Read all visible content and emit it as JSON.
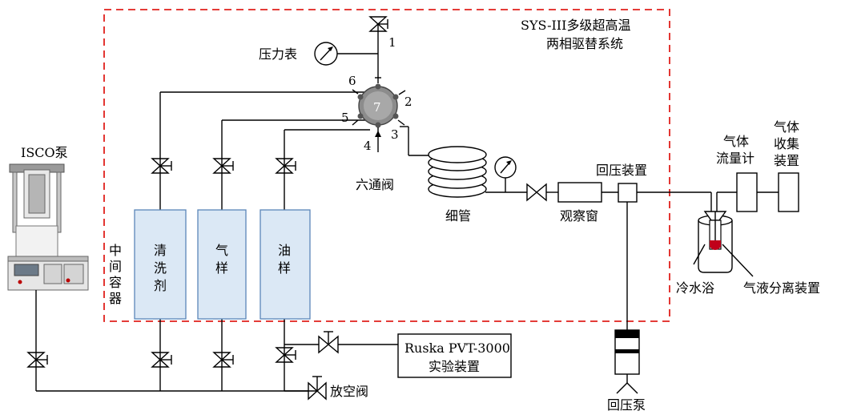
{
  "system_title_line1": "SYS-III多级超高温",
  "system_title_line2": "两相驱替系统",
  "pump_label": "ISCO泵",
  "pressure_gauge_label": "压力表",
  "six_way_valve_label": "六通阀",
  "port_numbers": [
    "1",
    "2",
    "3",
    "4",
    "5",
    "6",
    "7"
  ],
  "intermediate_container_label": [
    "中",
    "间",
    "容",
    "器"
  ],
  "containers": [
    {
      "label_chars": [
        "清",
        "洗",
        "剂"
      ]
    },
    {
      "label_chars": [
        "气",
        "样"
      ]
    },
    {
      "label_chars": [
        "油",
        "样"
      ]
    }
  ],
  "coil_label": "细管",
  "sight_window_label": "观察窗",
  "back_pressure_device_label": "回压装置",
  "back_pressure_pump_label": "回压泵",
  "gas_flowmeter_label": [
    "气体",
    "流量计"
  ],
  "gas_collector_label": [
    "气体",
    "收集",
    "装置"
  ],
  "cold_bath_label": "冷水浴",
  "separator_label": "气液分离装置",
  "pvt_label_line1": "Ruska PVT-3000",
  "pvt_label_line2": "实验装置",
  "vent_valve_label": "放空阀",
  "colors": {
    "boundary": "#e0201c",
    "container_fill": "#dbe8f5",
    "container_stroke": "#5b86b8",
    "liquid": "#c0001a"
  }
}
